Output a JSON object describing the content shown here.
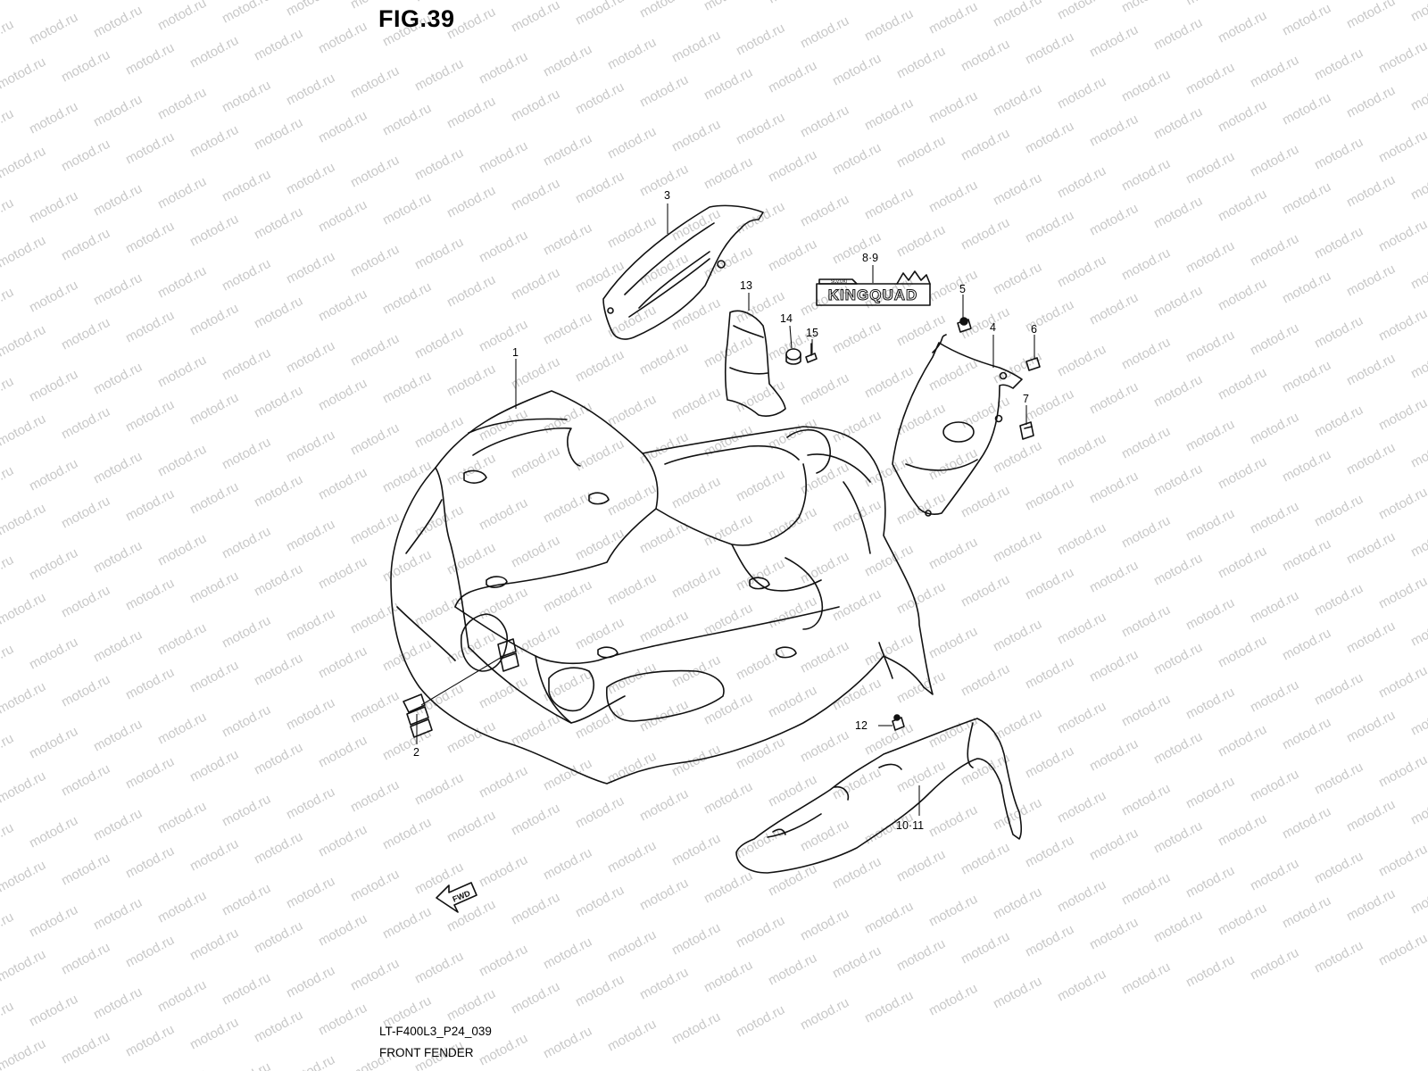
{
  "figure": {
    "title": "FIG.39"
  },
  "watermark": {
    "text": "motod.ru",
    "color": "#c8c8c8"
  },
  "callouts": [
    {
      "id": "1",
      "label": "1"
    },
    {
      "id": "2",
      "label": "2"
    },
    {
      "id": "3",
      "label": "3"
    },
    {
      "id": "4",
      "label": "4"
    },
    {
      "id": "5",
      "label": "5"
    },
    {
      "id": "6",
      "label": "6"
    },
    {
      "id": "7",
      "label": "7"
    },
    {
      "id": "8-9",
      "label": "8·9"
    },
    {
      "id": "10-11",
      "label": "10·11"
    },
    {
      "id": "12",
      "label": "12"
    },
    {
      "id": "13",
      "label": "13"
    },
    {
      "id": "14",
      "label": "14"
    },
    {
      "id": "15",
      "label": "15"
    }
  ],
  "decal": {
    "brand": "KINGQUAD",
    "badge": "SUZUKI"
  },
  "direction": {
    "label": "FWD"
  },
  "footer": {
    "code": "LT-F400L3_P24_039",
    "name": "FRONT FENDER"
  }
}
